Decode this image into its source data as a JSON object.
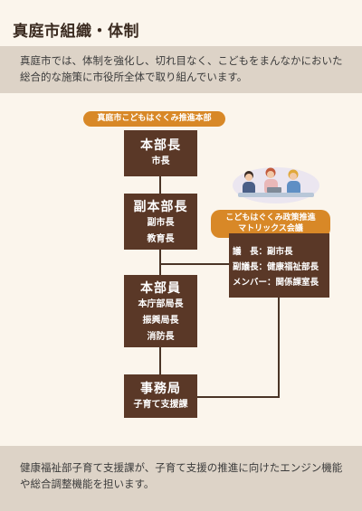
{
  "title": "真庭市組織・体制",
  "intro": "真庭市では、体制を強化し、切れ目なく、こどもをまんなかにおいた総合的な施策に市役所全体で取り組んでいます。",
  "hq_label": "真庭市こどもはぐくみ推進本部",
  "boxes": [
    {
      "head": "本部長",
      "members": [
        "市長"
      ]
    },
    {
      "head": "副本部長",
      "members": [
        "副市長",
        "教育長"
      ]
    },
    {
      "head": "本部員",
      "members": [
        "本庁部局長",
        "振興局長",
        "消防長"
      ]
    },
    {
      "head": "事務局",
      "members": [
        "子育て支援課"
      ]
    }
  ],
  "council": {
    "label_line1": "こどもはぐくみ政策推進",
    "label_line2": "マトリックス会議",
    "rows": [
      "議　長：副市長",
      "副議長：健康福祉部長",
      "メンバー：関係課室長"
    ]
  },
  "footer": "健康福祉部子育て支援課が、子育て支援の推進に向けたエンジン機能や総合調整機能を担います。",
  "colors": {
    "box": "#5a3827",
    "accent": "#d88827",
    "band": "#ddd3c7",
    "background": "#fbf5ec"
  }
}
